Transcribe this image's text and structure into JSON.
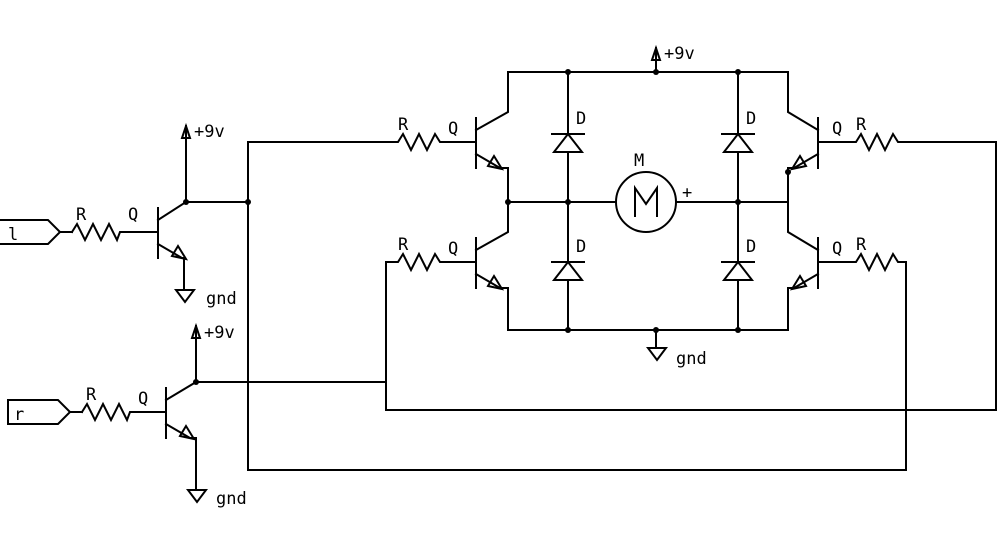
{
  "labels": {
    "resistor": "R",
    "transistor": "Q",
    "diode": "D",
    "motor": "M",
    "motor_plus": "+",
    "supply": "+9v",
    "ground": "gnd",
    "input_left": "l",
    "input_right": "r"
  }
}
